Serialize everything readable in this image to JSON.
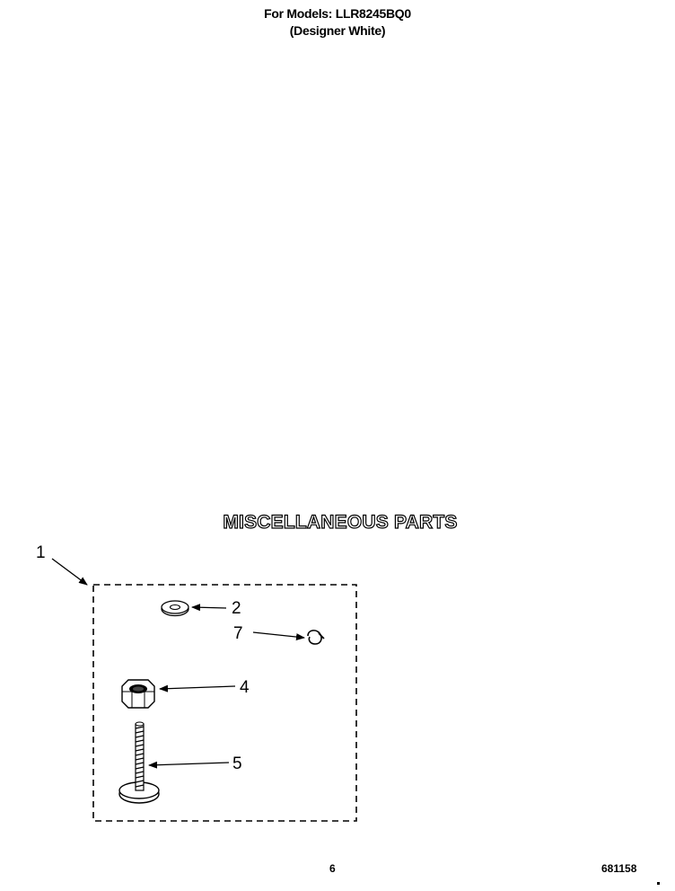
{
  "header": {
    "line1": "For Models: LLR8245BQ0",
    "line2": "(Designer White)"
  },
  "section_title": "MISCELLANEOUS PARTS",
  "callouts": {
    "kit": "1",
    "washer": "2",
    "clip": "7",
    "nut": "4",
    "bolt": "5"
  },
  "footer": {
    "page_number": "6",
    "doc_code": "681158"
  }
}
